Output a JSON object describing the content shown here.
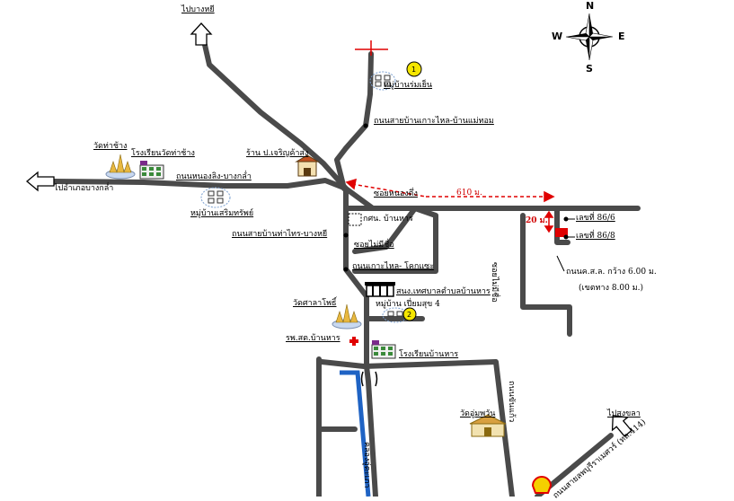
{
  "labels": {
    "to_bang_hi": "ไปบางหยี",
    "village_romyen": "หมู่บ้านร่มเย็น",
    "marker_1": "1",
    "road_kohlai_maethom": "ถนนสายบ้านเกาะไหล-บ้านแม่ทอม",
    "wat_tha_chang": "วัดท่าช้าง",
    "school_tha_chang": "โรงเรียนวัดท่าช้าง",
    "shop_charoen": "ร้าน ป.เจริญค้าส่ง",
    "to_bang_klam": "ไปอำเภอบางกล่ำ",
    "road_nongling": "ถนนหนองลิง-บางกล่ำ",
    "village_soemsap": "หมู่บ้านเสริมทรัพย์",
    "soi_nongtueng": "ซอยหนองตึ่ง",
    "distance_610": "610 ม.",
    "office": "กศน. บ้านหาร",
    "road_thaphrai": "ถนนสายบ้านท่าไทร-บางหยี",
    "soi_maijue": "ซอยไม่มีชื่อ",
    "distance_20": "20 ม.",
    "house_86_6": "เลขที่ 86/6",
    "house_86_8": "เลขที่ 86/8",
    "soi_unnamed_vertical": "ซอยไม่มีชื่อ",
    "road_kohlai_khokkhe": "ถนนเกาะไหล- โคกแซะ",
    "road_concrete": "ถนนค.ส.ล. กว้าง 6.00 ม.",
    "road_width": "(เขตทาง 8.00 ม.)",
    "municipal_office": "สนง.เทศบาลตำบลบ้านหาร",
    "village_piamsuk": "หมู่บ้าน เปี่ยมสุข 4",
    "marker_2": "2",
    "wat_sala_pho": "วัดศาลาโพธิ์",
    "hospital": "รพ.สต.บ้านหาร",
    "school_ban_han": "โรงเรียนบ้านหาร",
    "road_kan_khan": "ถนนขันแก้ว",
    "wat_un_wan": "วัดอู่มพวัน",
    "to_songkhla": "ไปสงขลา",
    "canal": "คลองอู่ตะเภา",
    "highway_414": "ถนนสายลพบุรีราเมศวร์ (ทล.414)"
  },
  "compass": {
    "north": "N",
    "south": "S",
    "east": "E",
    "west": "W"
  },
  "colors": {
    "road": "#4a4a4a",
    "canal": "#1f63c4",
    "accent": "#e00000",
    "marker": "#f5e600"
  },
  "icons": [
    "temple-icon",
    "school-icon",
    "shop-icon",
    "village-icon",
    "office-icon",
    "hospital-icon",
    "gas-station-icon",
    "compass-icon",
    "arrow-icon"
  ]
}
